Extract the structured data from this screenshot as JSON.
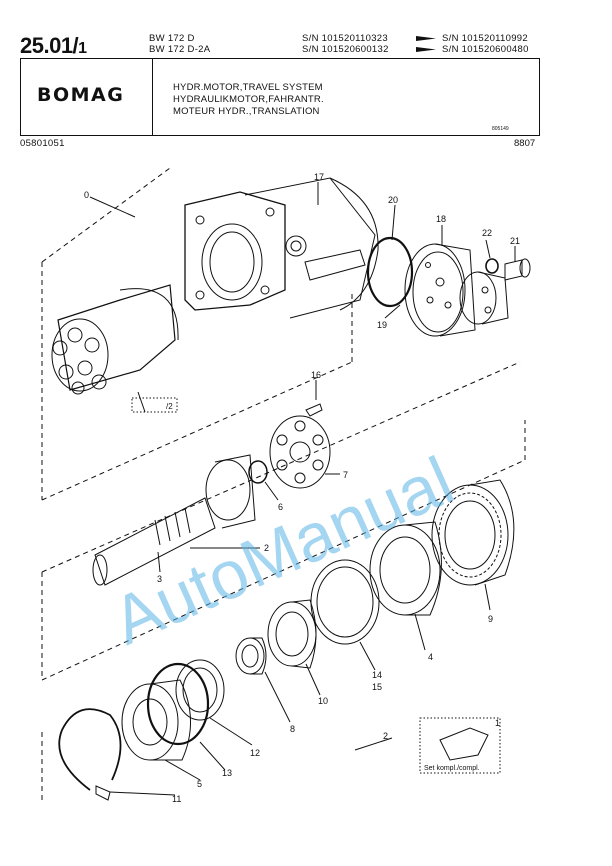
{
  "header": {
    "page_number": "25.01/",
    "page_sub": "1",
    "model_1": "BW 172 D",
    "model_2": "BW 172 D-2A",
    "sn_from_1": "S/N 101520110323",
    "sn_to_1": "S/N 101520110992",
    "sn_from_2": "S/N 101520600132",
    "sn_to_2": "S/N 101520600480"
  },
  "brand": {
    "logo_text": "BOMAG"
  },
  "title": {
    "en": "HYDR.MOTOR,TRAVEL SYSTEM",
    "de": "HYDRAULIKMOTOR,FAHRANTR.",
    "fr": "MOTEUR HYDR.,TRANSLATION"
  },
  "codes": {
    "small_ref": "805149",
    "doc_number": "05801051",
    "date_code": "8807"
  },
  "diagram": {
    "callouts": [
      "0",
      "17",
      "20",
      "18",
      "22",
      "21",
      "19",
      "16",
      "7",
      "6",
      "2",
      "3",
      "9",
      "4",
      "14",
      "15",
      "10",
      "8",
      "12",
      "13",
      "5",
      "11",
      "2",
      "1"
    ],
    "scale_note": "/2",
    "set_note": "Set kompl./compl."
  },
  "watermark": {
    "text": "AutoManual"
  }
}
